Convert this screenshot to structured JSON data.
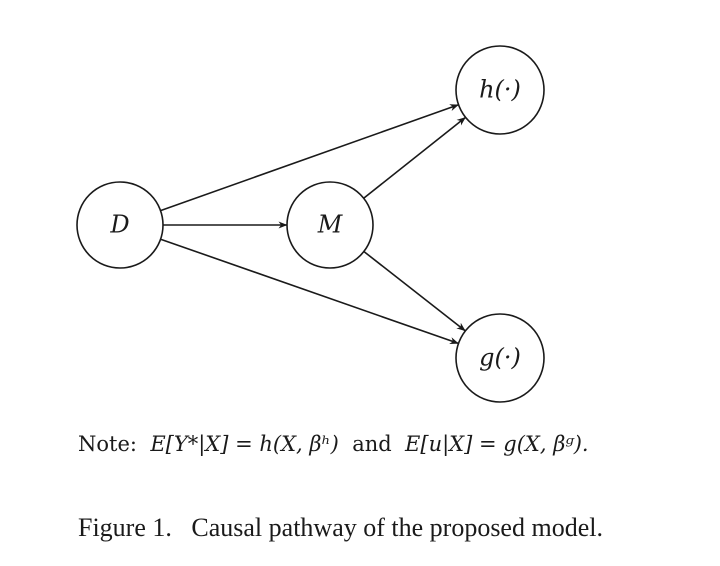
{
  "diagram": {
    "nodes": {
      "D": "D",
      "M": "M",
      "h": "h(·)",
      "g": "g(·)"
    },
    "edges": [
      [
        "D",
        "M"
      ],
      [
        "D",
        "h"
      ],
      [
        "D",
        "g"
      ],
      [
        "M",
        "h"
      ],
      [
        "M",
        "g"
      ]
    ]
  },
  "note": {
    "prefix": "Note:",
    "eq1": "E[Y*|X] = h(X, βʰ)",
    "connector": "and",
    "eq2": "E[u|X] = g(X, βᵍ)."
  },
  "caption": {
    "label": "Figure 1.",
    "text": "Causal pathway of the proposed model."
  }
}
